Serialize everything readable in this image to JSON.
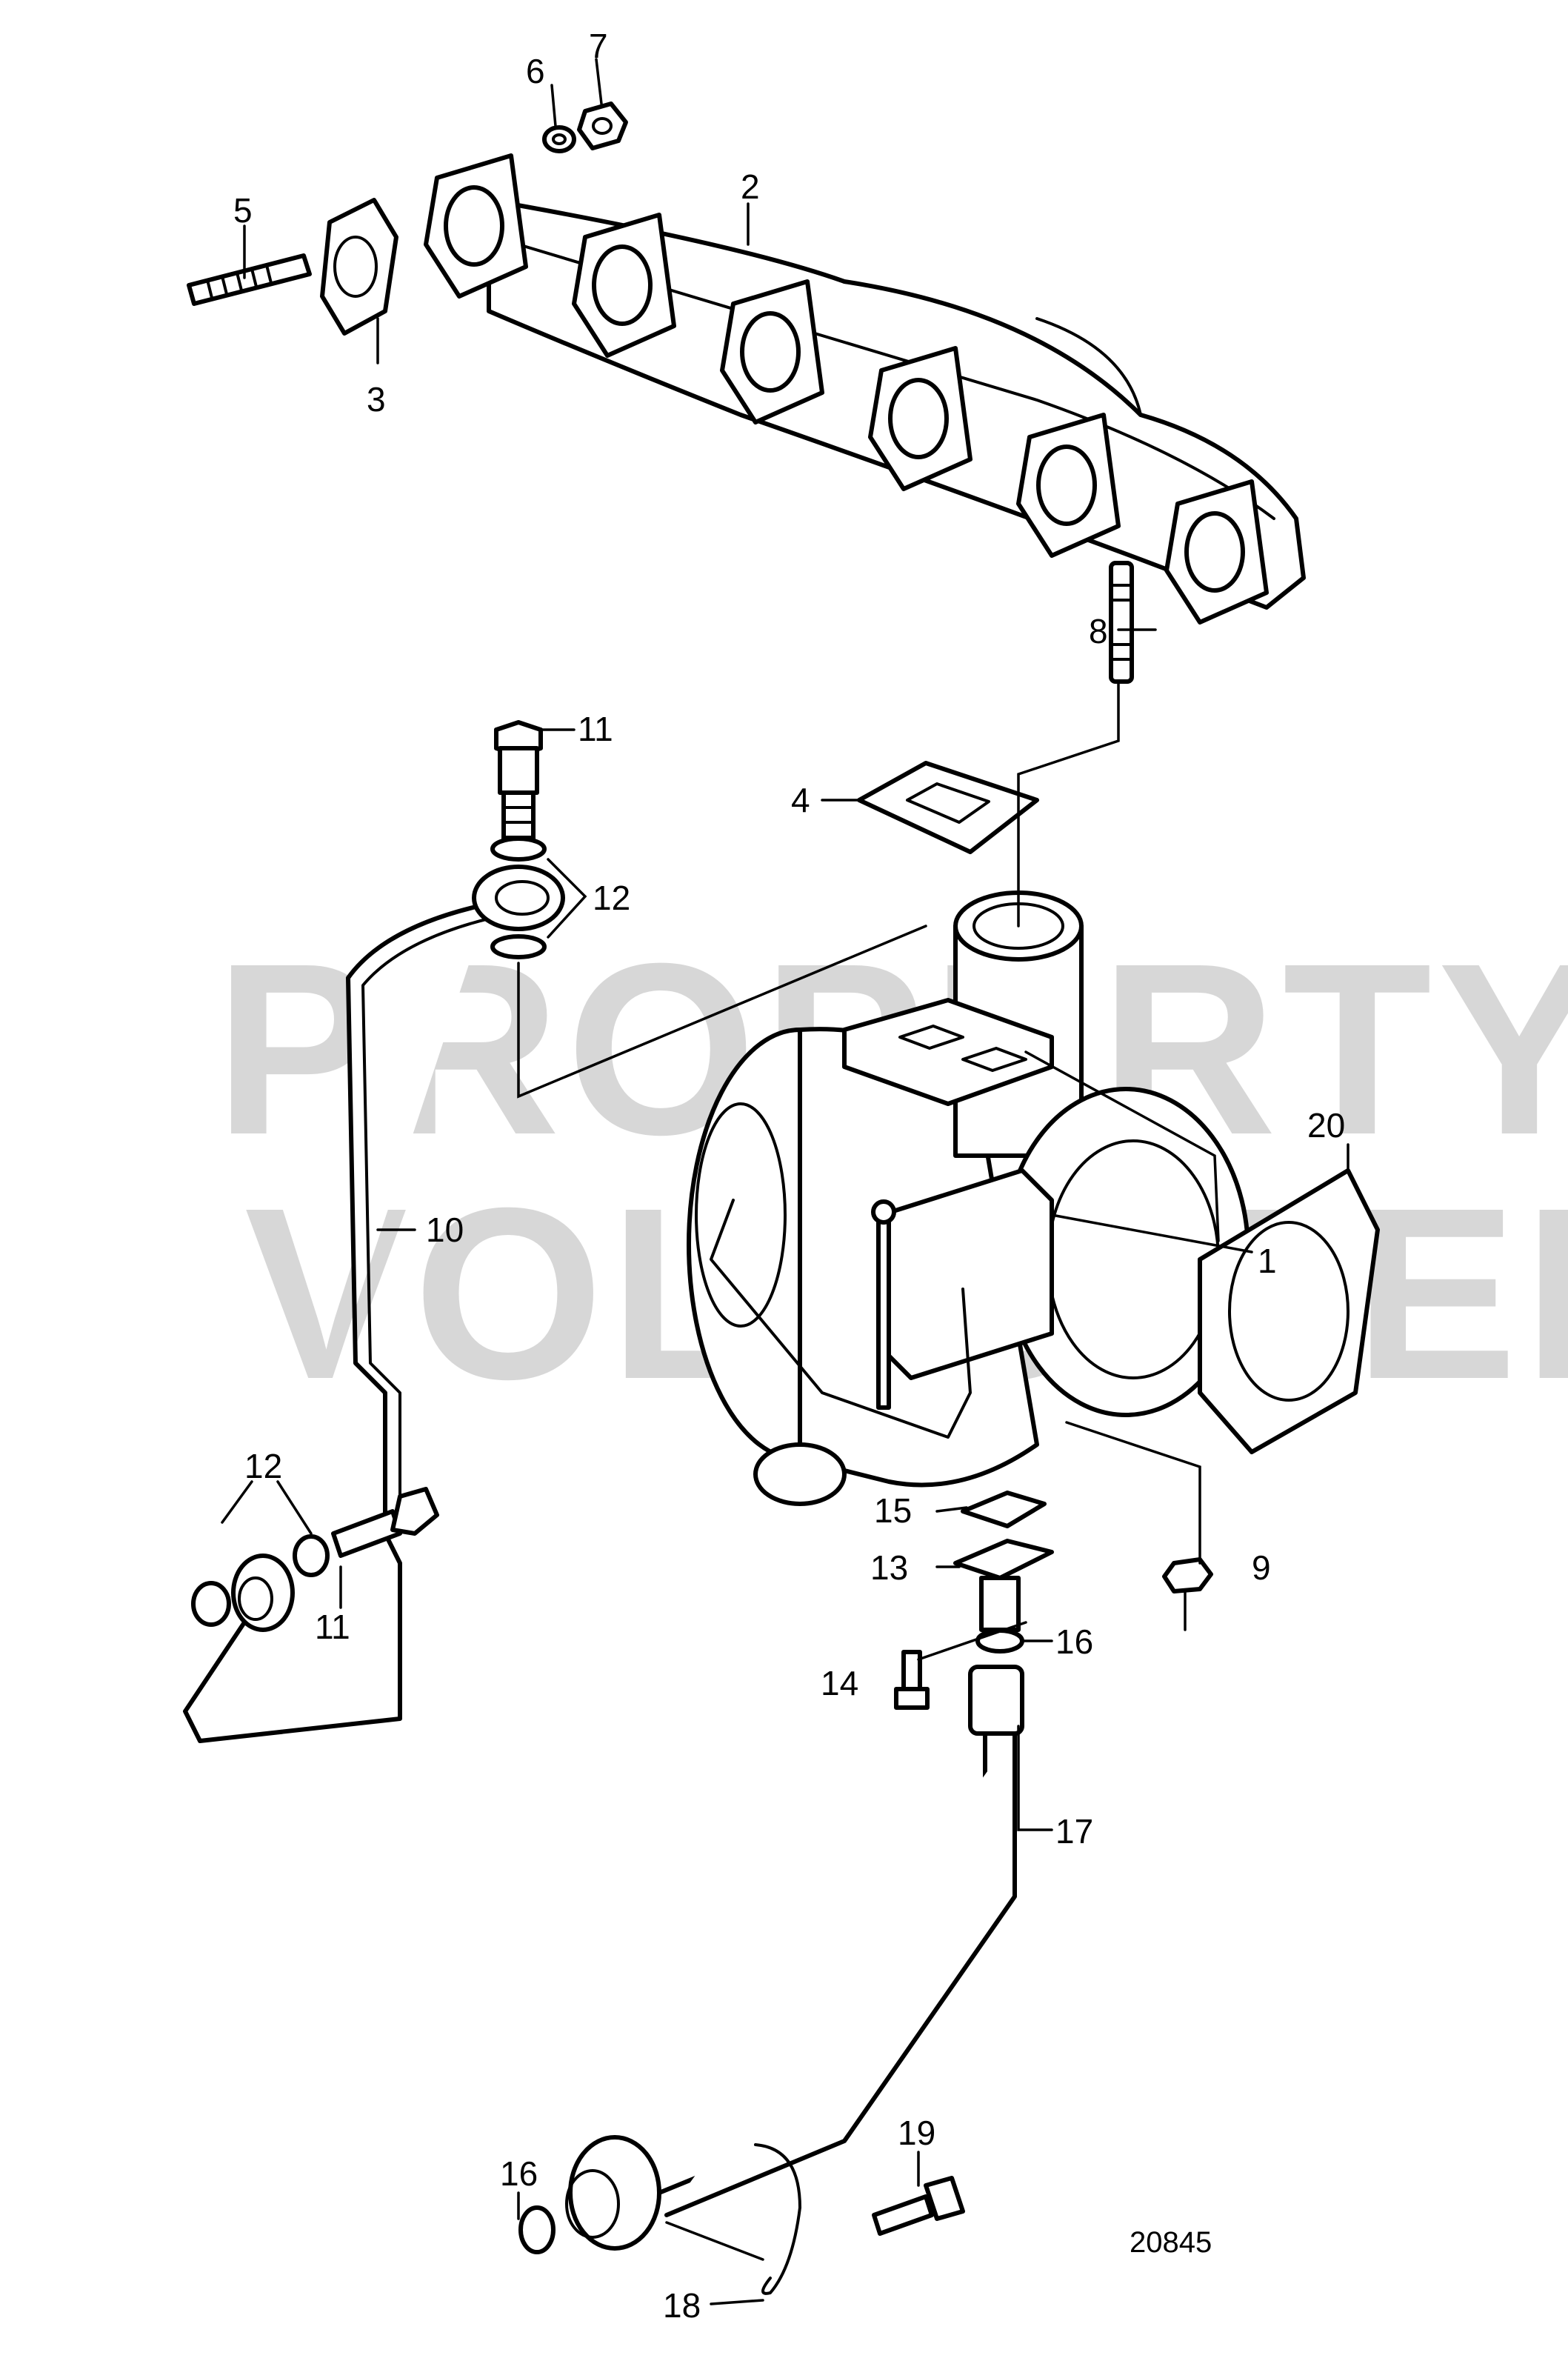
{
  "watermark": {
    "line1": "PROPERTY OF",
    "line2": "VOLVO PENTA"
  },
  "drawing_number": "20845",
  "callouts": {
    "c1": "1",
    "c2": "2",
    "c3": "3",
    "c4": "4",
    "c5": "5",
    "c6": "6",
    "c7": "7",
    "c8": "8",
    "c9": "9",
    "c10": "10",
    "c11a": "11",
    "c11b": "11",
    "c12a": "12",
    "c12b": "12",
    "c13": "13",
    "c14": "14",
    "c15": "15",
    "c16a": "16",
    "c16b": "16",
    "c17": "17",
    "c18": "18",
    "c19": "19",
    "c20": "20"
  }
}
